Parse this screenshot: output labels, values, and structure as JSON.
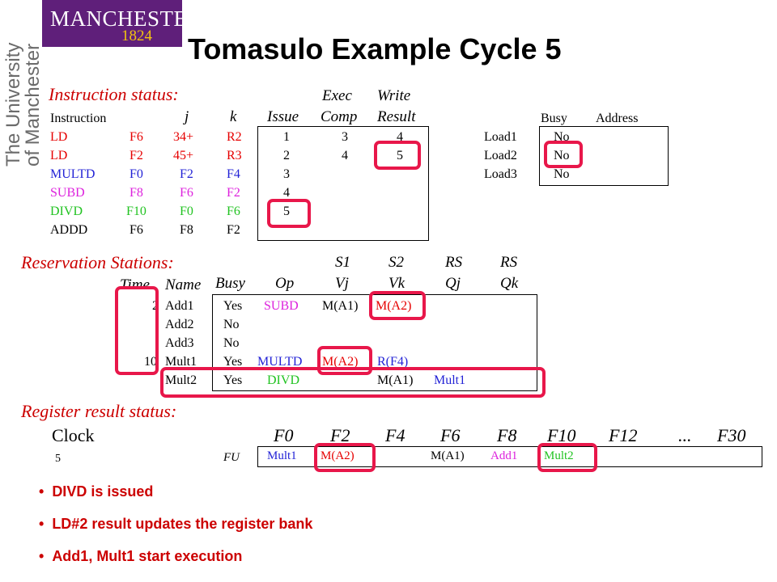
{
  "logo": {
    "name": "MANCHESTER",
    "year": "1824",
    "vertical_line1": "The University",
    "vertical_line2": "of Manchester"
  },
  "title": "Tomasulo Example Cycle 5",
  "instruction_status": {
    "heading": "Instruction status:",
    "col_headers": {
      "instruction": "Instruction",
      "j": "j",
      "k": "k",
      "issue": "Issue",
      "exec_top": "Exec",
      "exec": "Comp",
      "write_top": "Write",
      "write": "Result"
    },
    "rows": [
      {
        "op": "LD",
        "dest": "F6",
        "j": "34+",
        "k": "R2",
        "issue": "1",
        "exec": "3",
        "write": "4",
        "color": "#e60000"
      },
      {
        "op": "LD",
        "dest": "F2",
        "j": "45+",
        "k": "R3",
        "issue": "2",
        "exec": "4",
        "write": "5",
        "color": "#e60000"
      },
      {
        "op": "MULTD",
        "dest": "F0",
        "j": "F2",
        "k": "F4",
        "issue": "3",
        "exec": "",
        "write": "",
        "color": "#2323d6"
      },
      {
        "op": "SUBD",
        "dest": "F8",
        "j": "F6",
        "k": "F2",
        "issue": "4",
        "exec": "",
        "write": "",
        "color": "#dd22dd"
      },
      {
        "op": "DIVD",
        "dest": "F10",
        "j": "F0",
        "k": "F6",
        "issue": "5",
        "exec": "",
        "write": "",
        "color": "#22c322"
      },
      {
        "op": "ADDD",
        "dest": "F6",
        "j": "F8",
        "k": "F2",
        "issue": "",
        "exec": "",
        "write": "",
        "color": "#000000"
      }
    ]
  },
  "load_buffers": {
    "col_headers": {
      "busy": "Busy",
      "address": "Address"
    },
    "rows": [
      {
        "name": "Load1",
        "busy": "No"
      },
      {
        "name": "Load2",
        "busy": "No"
      },
      {
        "name": "Load3",
        "busy": "No"
      }
    ]
  },
  "reservation_stations": {
    "heading": "Reservation Stations:",
    "top_headers": {
      "s1": "S1",
      "s2": "S2",
      "rs1": "RS",
      "rs2": "RS"
    },
    "col_headers": {
      "time": "Time",
      "name": "Name",
      "busy": "Busy",
      "op": "Op",
      "vj": "Vj",
      "vk": "Vk",
      "qj": "Qj",
      "qk": "Qk"
    },
    "rows": [
      {
        "time": "2",
        "name": "Add1",
        "busy": "Yes",
        "op": "SUBD",
        "vj": "M(A1)",
        "vk": "M(A2)",
        "qj": "",
        "qk": ""
      },
      {
        "time": "",
        "name": "Add2",
        "busy": "No",
        "op": "",
        "vj": "",
        "vk": "",
        "qj": "",
        "qk": ""
      },
      {
        "time": "",
        "name": "Add3",
        "busy": "No",
        "op": "",
        "vj": "",
        "vk": "",
        "qj": "",
        "qk": ""
      },
      {
        "time": "10",
        "name": "Mult1",
        "busy": "Yes",
        "op": "MULTD",
        "vj": "M(A2)",
        "vk": "R(F4)",
        "qj": "",
        "qk": ""
      },
      {
        "time": "",
        "name": "Mult2",
        "busy": "Yes",
        "op": "DIVD",
        "vj": "",
        "vk": "M(A1)",
        "qj": "Mult1",
        "qk": ""
      }
    ]
  },
  "register_status": {
    "heading": "Register result status:",
    "clock_label": "Clock",
    "clock_value": "5",
    "fu_label": "FU",
    "registers": [
      "F0",
      "F2",
      "F4",
      "F6",
      "F8",
      "F10",
      "F12",
      "...",
      "F30"
    ],
    "fu_values": [
      "Mult1",
      "M(A2)",
      "",
      "M(A1)",
      "Add1",
      "Mult2",
      "",
      "",
      ""
    ]
  },
  "bullets": [
    "DIVD is issued",
    "LD#2 result updates the register bank",
    "Add1, Mult1 start execution"
  ]
}
